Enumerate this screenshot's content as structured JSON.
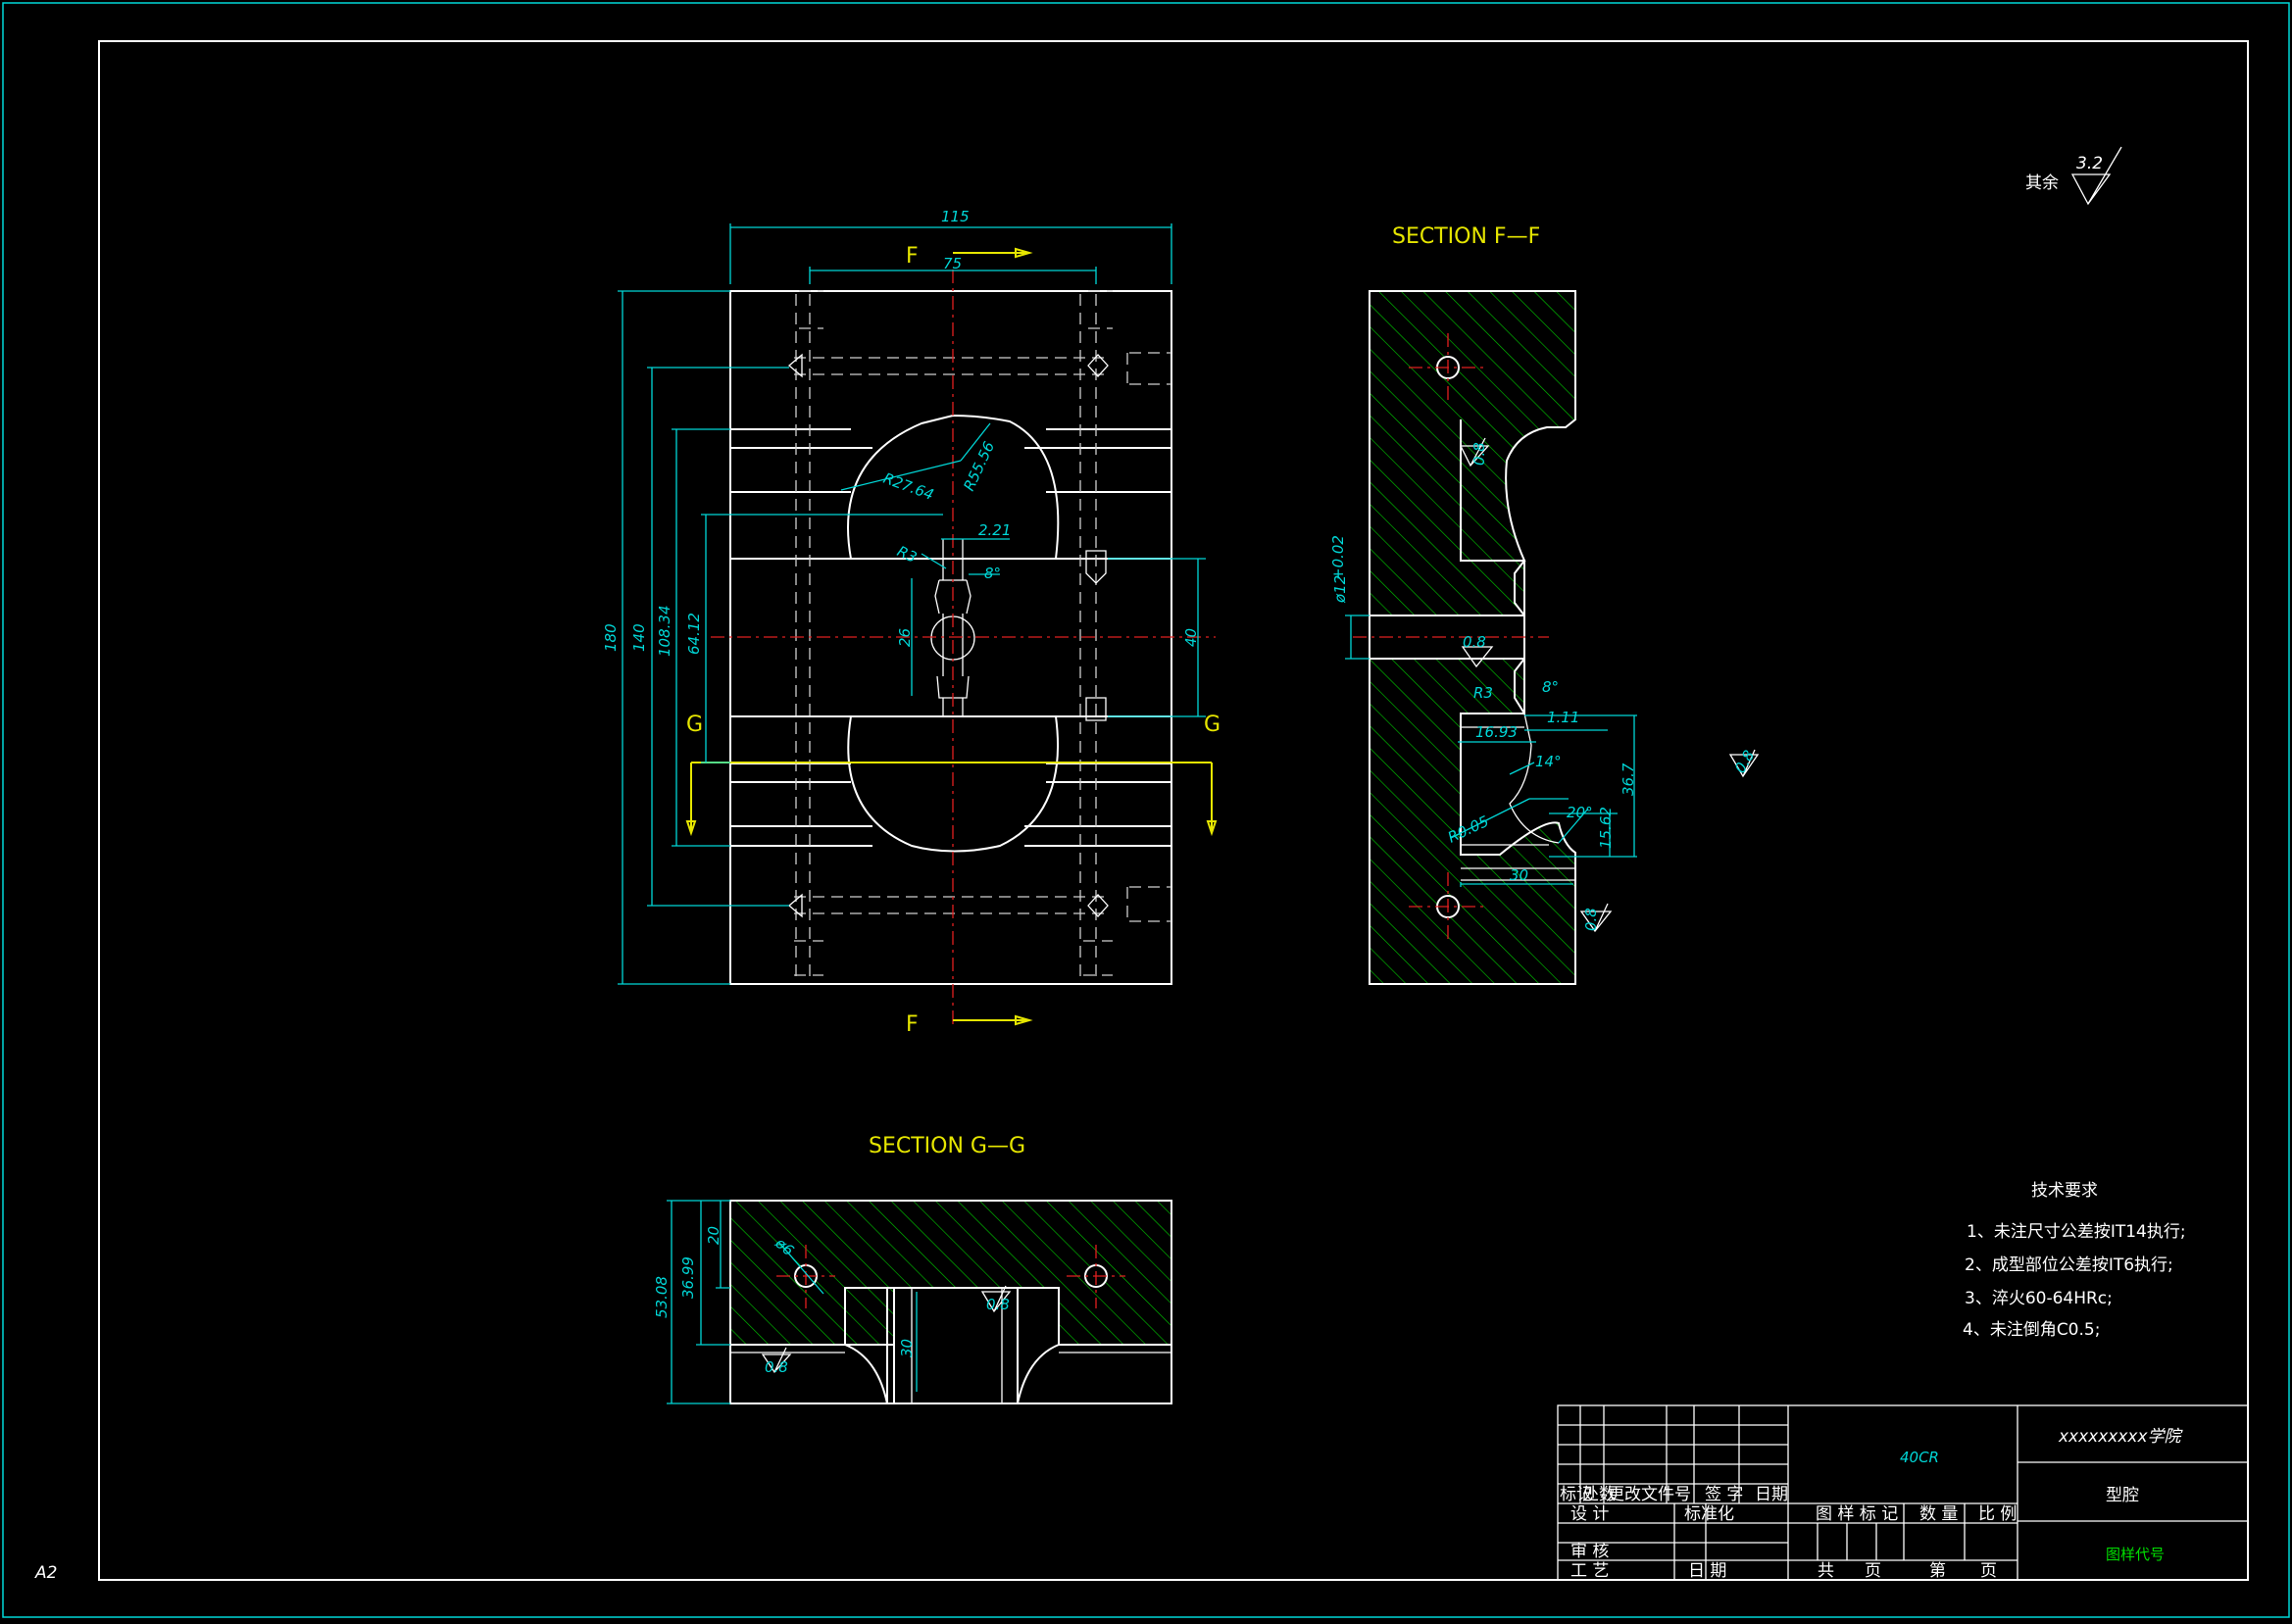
{
  "drawing_format": "A2",
  "roughness_note": {
    "label": "其余",
    "value": "3.2"
  },
  "views": {
    "main": {
      "section_marks": {
        "f_top": "F",
        "f_bottom": "F",
        "g_left": "G",
        "g_right": "G"
      },
      "dimensions": {
        "width_115": "115",
        "width_75": "75",
        "height_180": "180",
        "height_140": "140",
        "height_108": "108.34",
        "height_64": "64.12",
        "height_26": "26",
        "height_40": "40",
        "radius_27": "R27.64",
        "radius_55": "R55.56",
        "dim_221": "2.21",
        "r3": "R3",
        "angle_8": "8°"
      }
    },
    "section_ff": {
      "title": "SECTION F—F",
      "dimensions": {
        "dia": "ø12",
        "tol": "+0.02",
        "rough_top": "0.8",
        "rough_mid": "0.8",
        "rough_bottom": "0.8",
        "rough_outer": "0.8",
        "r3": "R3",
        "angle_8": "8°",
        "d1693": "16.93",
        "d111": "1.11",
        "angle_14": "14°",
        "r005": "R0.05",
        "angle_20": "20°",
        "d1562": "15.62",
        "d367": "36.7",
        "d30": "30"
      }
    },
    "section_gg": {
      "title": "SECTION G—G",
      "dimensions": {
        "d5308": "53.08",
        "d3699": "36.99",
        "d20": "20",
        "d30": "30",
        "dia6": "ø6",
        "rough_left": "0.8",
        "rough_mid": "0.8"
      }
    }
  },
  "tech_requirements": {
    "title": "技术要求",
    "items": [
      "1、未注尺寸公差按IT14执行;",
      "2、成型部位公差按IT6执行;",
      "3、淬火60-64HRc;",
      "4、未注倒角C0.5;"
    ]
  },
  "title_block": {
    "material": "40CR",
    "school": "xxxxxxxxx学院",
    "part_name": "型腔",
    "drawing_no": "图样代号",
    "rev_headers": [
      "标记",
      "处数",
      "更改文件号",
      "签 字",
      "日期"
    ],
    "design": "设 计",
    "standardize": "标准化",
    "review": "审 核",
    "process": "工 艺",
    "date": "日 期",
    "mark_headers": [
      "图 样 标 记",
      "数 量",
      "比 例"
    ],
    "sheet": [
      "共",
      "页",
      "第",
      "页"
    ]
  },
  "colors": {
    "background": "#000000",
    "outline": "#ffffff",
    "dimension": "#00d7d7",
    "centerline": "#e02020",
    "section_label": "#e6e600",
    "hatch": "#00c000"
  }
}
